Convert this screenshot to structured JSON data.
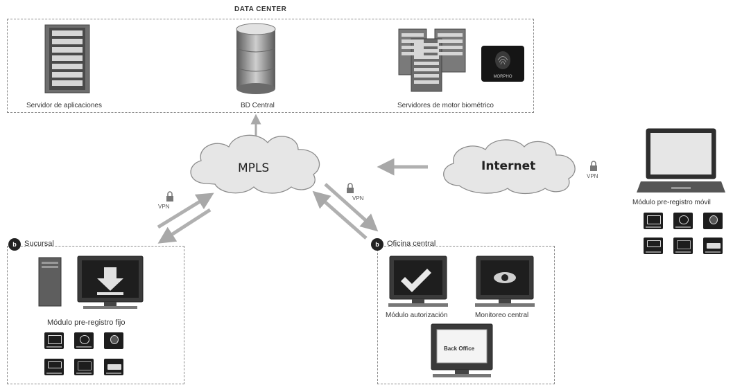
{
  "data_center": {
    "title": "DATA CENTER",
    "app_server_label": "Servidor de aplicaciones",
    "db_label": "BD Central",
    "biometric_label": "Servidores de motor biométrico",
    "morpho_text": "MORPHO"
  },
  "mpls": {
    "label": "MPLS"
  },
  "internet": {
    "label": "Internet"
  },
  "vpn": {
    "label": "VPN",
    "left_label": "VPN"
  },
  "branch": {
    "badge": "b",
    "title": "Sucursal",
    "module_label": "Módulo pre-registro fijo"
  },
  "central_office": {
    "badge": "b",
    "title": "Oficina central",
    "auth_label": "Módulo autorización",
    "monitor_label": "Monitoreo central",
    "backoffice_label": "Back Office"
  },
  "mobile": {
    "module_label": "Módulo pre-registro móvil"
  },
  "device_icons": [
    "document-scanner-icon",
    "camera-icon",
    "fingerprint-icon",
    "printer-icon",
    "signature-pad-icon",
    "card-reader-icon"
  ],
  "colors": {
    "arrow": "#b0b0b0",
    "device": "#1d1d1d",
    "border": "#8a8a8a"
  }
}
